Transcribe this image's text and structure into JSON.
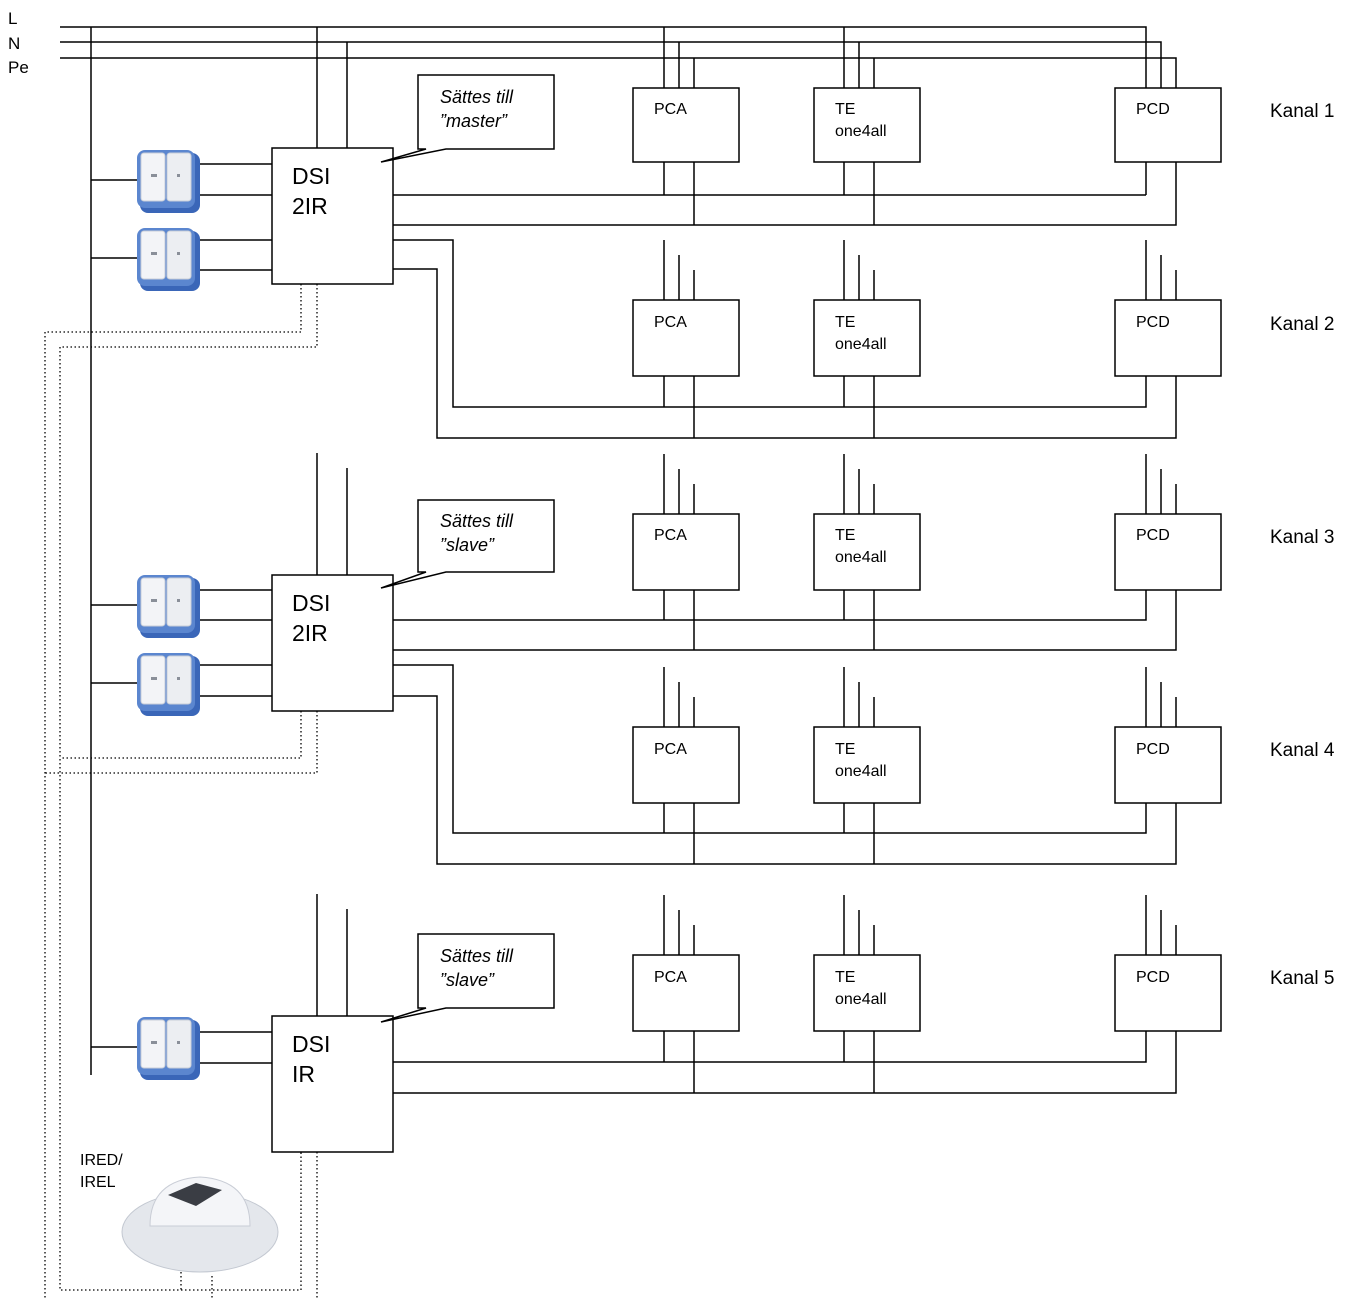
{
  "bus": {
    "L": "L",
    "N": "N",
    "Pe": "Pe"
  },
  "dsi": [
    {
      "line1": "DSI",
      "line2": "2IR"
    },
    {
      "line1": "DSI",
      "line2": "2IR"
    },
    {
      "line1": "DSI",
      "line2": "IR"
    }
  ],
  "notes": [
    {
      "line1": "Sättes till",
      "line2": "”master”"
    },
    {
      "line1": "Sättes till",
      "line2": "”slave”"
    },
    {
      "line1": "Sättes till",
      "line2": "”slave”"
    }
  ],
  "devices": {
    "pca": {
      "line1": "PCA"
    },
    "te": {
      "line1": "TE",
      "line2": "one4all"
    },
    "pcd": {
      "line1": "PCD"
    }
  },
  "channels": [
    "Kanal 1",
    "Kanal 2",
    "Kanal 3",
    "Kanal 4",
    "Kanal 5"
  ],
  "sensor": {
    "line1": "IRED/",
    "line2": "IREL"
  }
}
